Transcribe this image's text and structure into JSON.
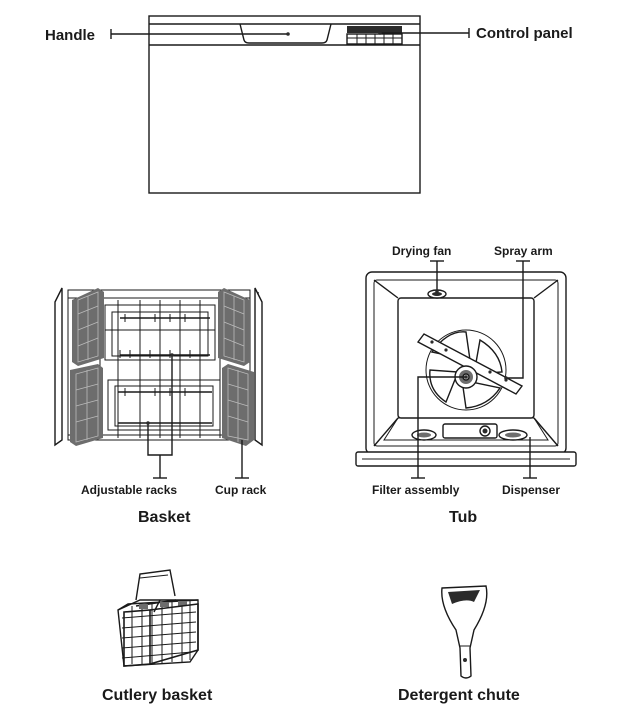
{
  "dishwasher": {
    "handle_label": "Handle",
    "control_panel_label": "Control panel"
  },
  "basket": {
    "title": "Basket",
    "adjustable_racks_label": "Adjustable racks",
    "cup_rack_label": "Cup rack"
  },
  "tub": {
    "title": "Tub",
    "drying_fan_label": "Drying fan",
    "spray_arm_label": "Spray arm",
    "filter_assembly_label": "Filter assembly",
    "dispenser_label": "Dispenser"
  },
  "cutlery_basket": {
    "title": "Cutlery basket"
  },
  "detergent_chute": {
    "title": "Detergent chute"
  }
}
